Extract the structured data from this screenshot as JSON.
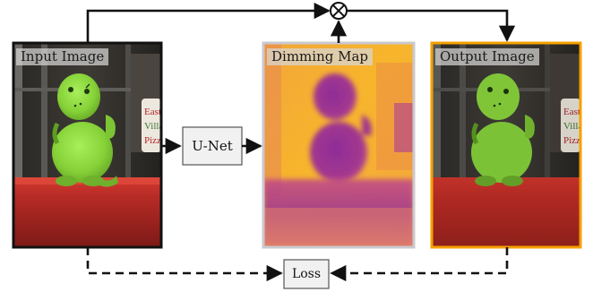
{
  "panels": {
    "input": {
      "label": "Input Image",
      "border_color": "#111111",
      "sign_text": [
        "East",
        "Villa",
        "Pizz"
      ]
    },
    "dimming": {
      "label": "Dimming Map",
      "border_color": "#c9c9d0"
    },
    "output": {
      "label": "Output Image",
      "border_color": "#f5a000",
      "sign_text": [
        "East",
        "Villa",
        "Pizz"
      ]
    }
  },
  "nodes": {
    "network": {
      "label": "U-Net"
    },
    "loss": {
      "label": "Loss"
    },
    "multiply": {
      "symbol": "⊗",
      "icon": "multiply-circle-icon"
    }
  },
  "colors": {
    "arrow": "#111111",
    "node_fill": "#f1f1f1",
    "node_border": "#555555",
    "dino_green": "#88d43a",
    "counter_red": "#b52a25",
    "dimming_yellow": "#f8b02a",
    "dimming_magenta": "#8a2a9a"
  }
}
